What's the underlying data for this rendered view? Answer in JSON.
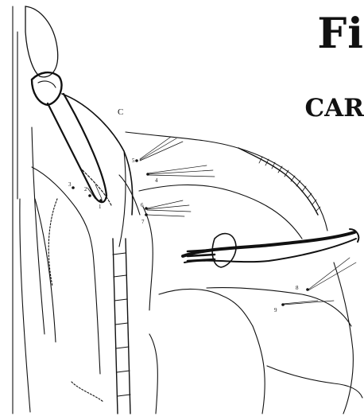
{
  "title": "Fi",
  "subtitle": "CAR",
  "region_label": "C",
  "markers": [
    "1",
    "2",
    "3",
    "4",
    "5",
    "6",
    "7",
    "8",
    "9"
  ]
}
